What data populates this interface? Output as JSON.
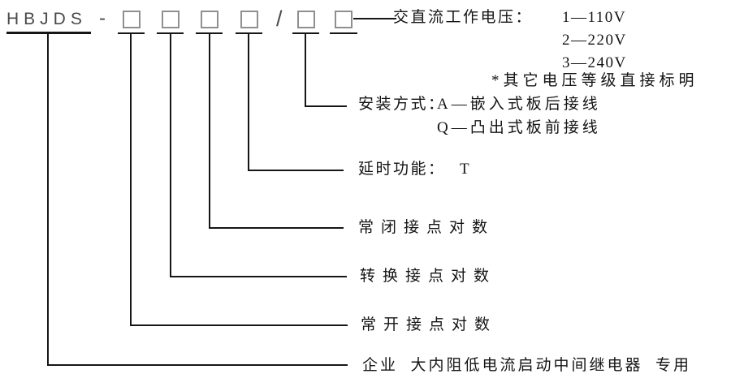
{
  "model": {
    "prefix": "HBJDS",
    "separator": "-",
    "slash": "/",
    "digit_box_count": 6
  },
  "fields": {
    "voltage": {
      "label": "交直流工作电压：",
      "options": [
        "1—110V",
        "2—220V",
        "3—240V"
      ],
      "note": "*其它电压等级直接标明"
    },
    "mounting": {
      "label": "安装方式：",
      "options": [
        "A—嵌入式板后接线",
        "Q—凸出式板前接线"
      ]
    },
    "delay": {
      "label": "延时功能：",
      "value": "T"
    },
    "nc_contacts": {
      "label": "常闭接点对数"
    },
    "changeover_contacts": {
      "label": "转换接点对数"
    },
    "no_contacts": {
      "label": "常开接点对数"
    },
    "enterprise": {
      "label": "企业  大内阻低电流启动中间继电器  专用"
    }
  },
  "colors": {
    "background": "#ffffff",
    "line": "#161616",
    "label_text": "#141414",
    "model_text": "#4a4a4a",
    "box_border": "#8f8f8f"
  }
}
